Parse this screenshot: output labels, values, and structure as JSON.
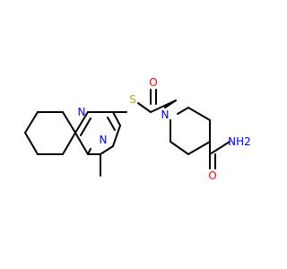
{
  "molecule": {
    "atom_colors": {
      "C": "#000000",
      "N": "#0000ff",
      "O": "#ff0000",
      "S": "#b2b200"
    },
    "labels": {
      "n_upper": "N",
      "n_lower": "N",
      "s_thioether": "S",
      "o_ketone": "O",
      "n_piperidine": "N",
      "o_amide": "O",
      "nh2": "NH2"
    }
  }
}
